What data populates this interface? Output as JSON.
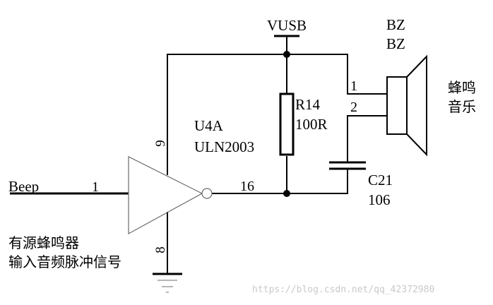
{
  "net_labels": {
    "vusb": "VUSB",
    "beep": "Beep"
  },
  "u4a": {
    "ref": "U4A",
    "part": "ULN2003",
    "pin_in": "1",
    "pin_out": "16",
    "pin_com": "9",
    "pin_gnd": "8"
  },
  "r14": {
    "ref": "R14",
    "value": "100R"
  },
  "c21": {
    "ref": "C21",
    "value": "106"
  },
  "bz": {
    "ref": "BZ",
    "value": "BZ",
    "pin1": "1",
    "pin2": "2",
    "desc_line1": "蜂鸣",
    "desc_line2": "音乐"
  },
  "note": {
    "line1": "有源蜂鸣器",
    "line2": "输入音频脉冲信号"
  },
  "watermark": "https://blog.csdn.net/qq_42372980"
}
